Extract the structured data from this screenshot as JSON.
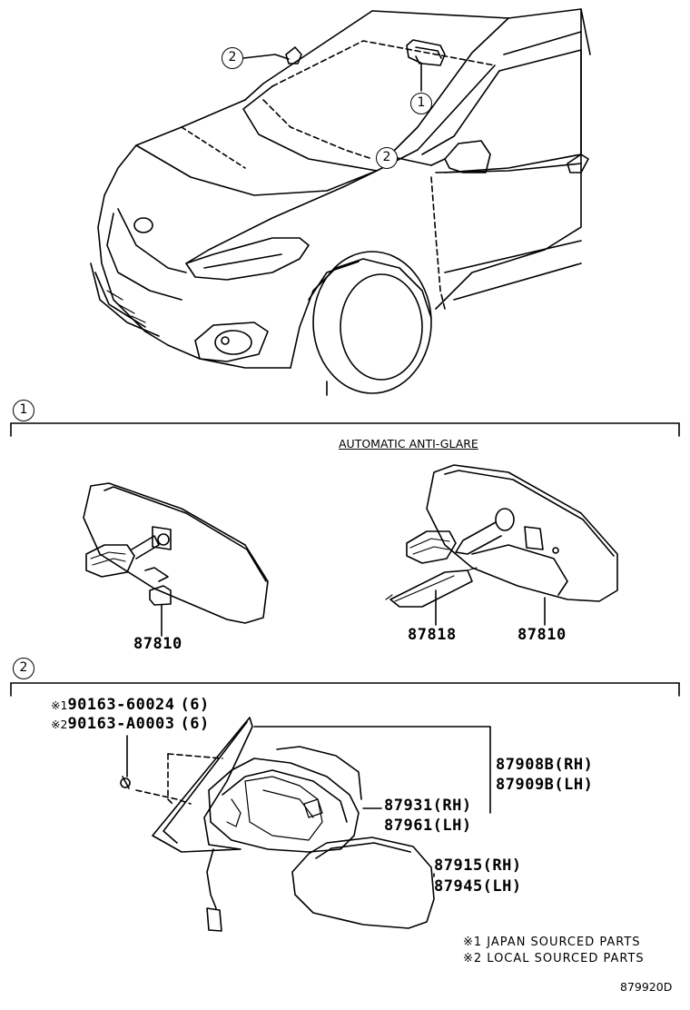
{
  "callouts": {
    "one": "1",
    "two": "2"
  },
  "section1": {
    "marker": "1",
    "subtitle": "AUTOMATIC ANTI-GLARE",
    "parts": [
      "87810",
      "87818",
      "87810"
    ]
  },
  "section2": {
    "marker": "2",
    "bolts": [
      {
        "mark": "※1",
        "part": "90163-60024",
        "qty": "(6)"
      },
      {
        "mark": "※2",
        "part": "90163-A0003",
        "qty": "(6)"
      }
    ],
    "parts": [
      {
        "rh": "87908B(RH)",
        "lh": "87909B(LH)"
      },
      {
        "rh": "87931(RH)",
        "lh": "87961(LH)"
      },
      {
        "rh": "87915(RH)",
        "lh": "87945(LH)"
      }
    ],
    "notes": [
      "※1 JAPAN SOURCED PARTS",
      "※2 LOCAL SOURCED PARTS"
    ]
  },
  "diagram_id": "879920D"
}
